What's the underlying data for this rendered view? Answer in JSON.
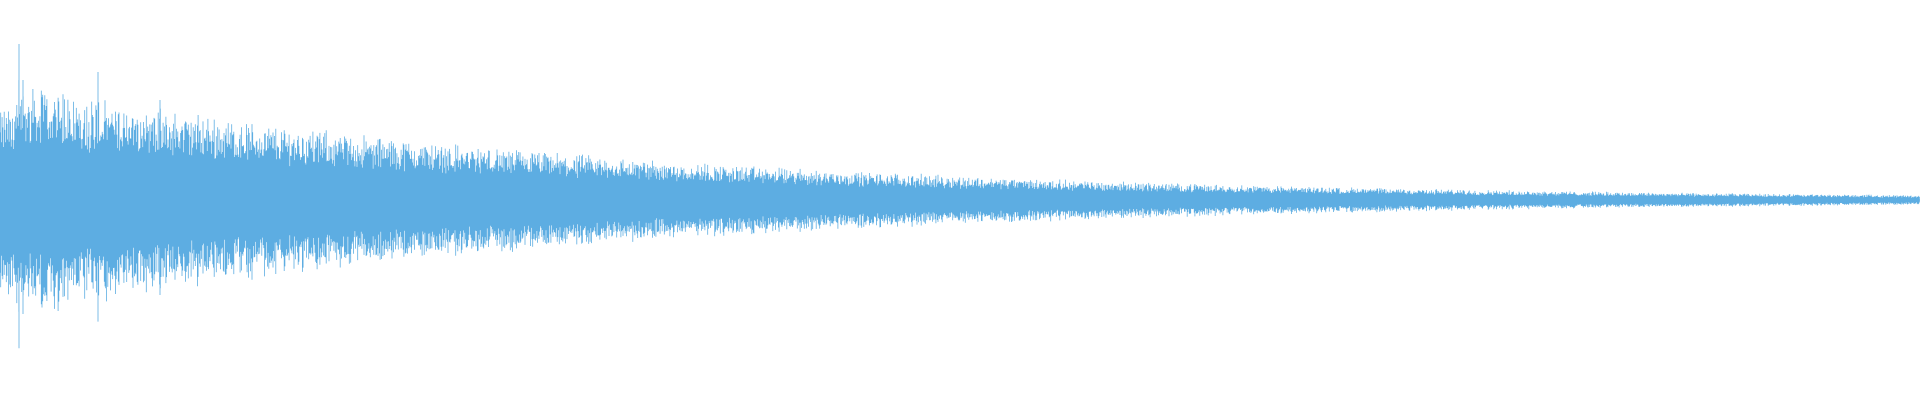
{
  "waveform": {
    "color": "#5dade2",
    "background": "#ffffff",
    "envelope": {
      "start_amplitude": 0.62,
      "end_amplitude": 0.025,
      "decay": "exponential"
    }
  }
}
